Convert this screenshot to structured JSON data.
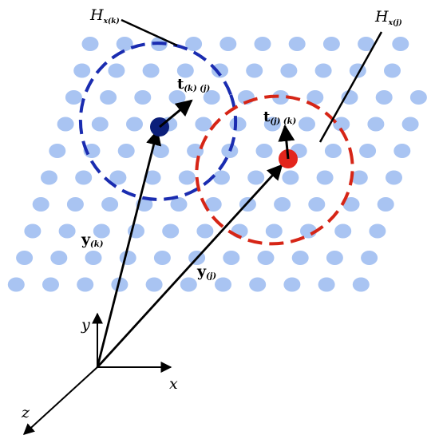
{
  "colors": {
    "dot": "#a9c4f2",
    "blue_ellipse": "#1a2cb0",
    "blue_point": "#0c1f7a",
    "red_ellipse": "#d62516",
    "red_point": "#e3251c",
    "ink": "#000000"
  },
  "labels": {
    "h_k_main": "H",
    "h_k_sub": "x(k)",
    "h_j_main": "H",
    "h_j_sub": "x(j)",
    "t_kj_main": "t",
    "t_kj_sub": "(k) (j)",
    "t_jk_main": "t",
    "t_jk_sub": "(j) (k)",
    "y_k_main": "y",
    "y_k_sub": "(k)",
    "y_j_main": "y",
    "y_j_sub": "(j)",
    "axis_x": "x",
    "axis_y": "y",
    "axis_z": "z"
  }
}
